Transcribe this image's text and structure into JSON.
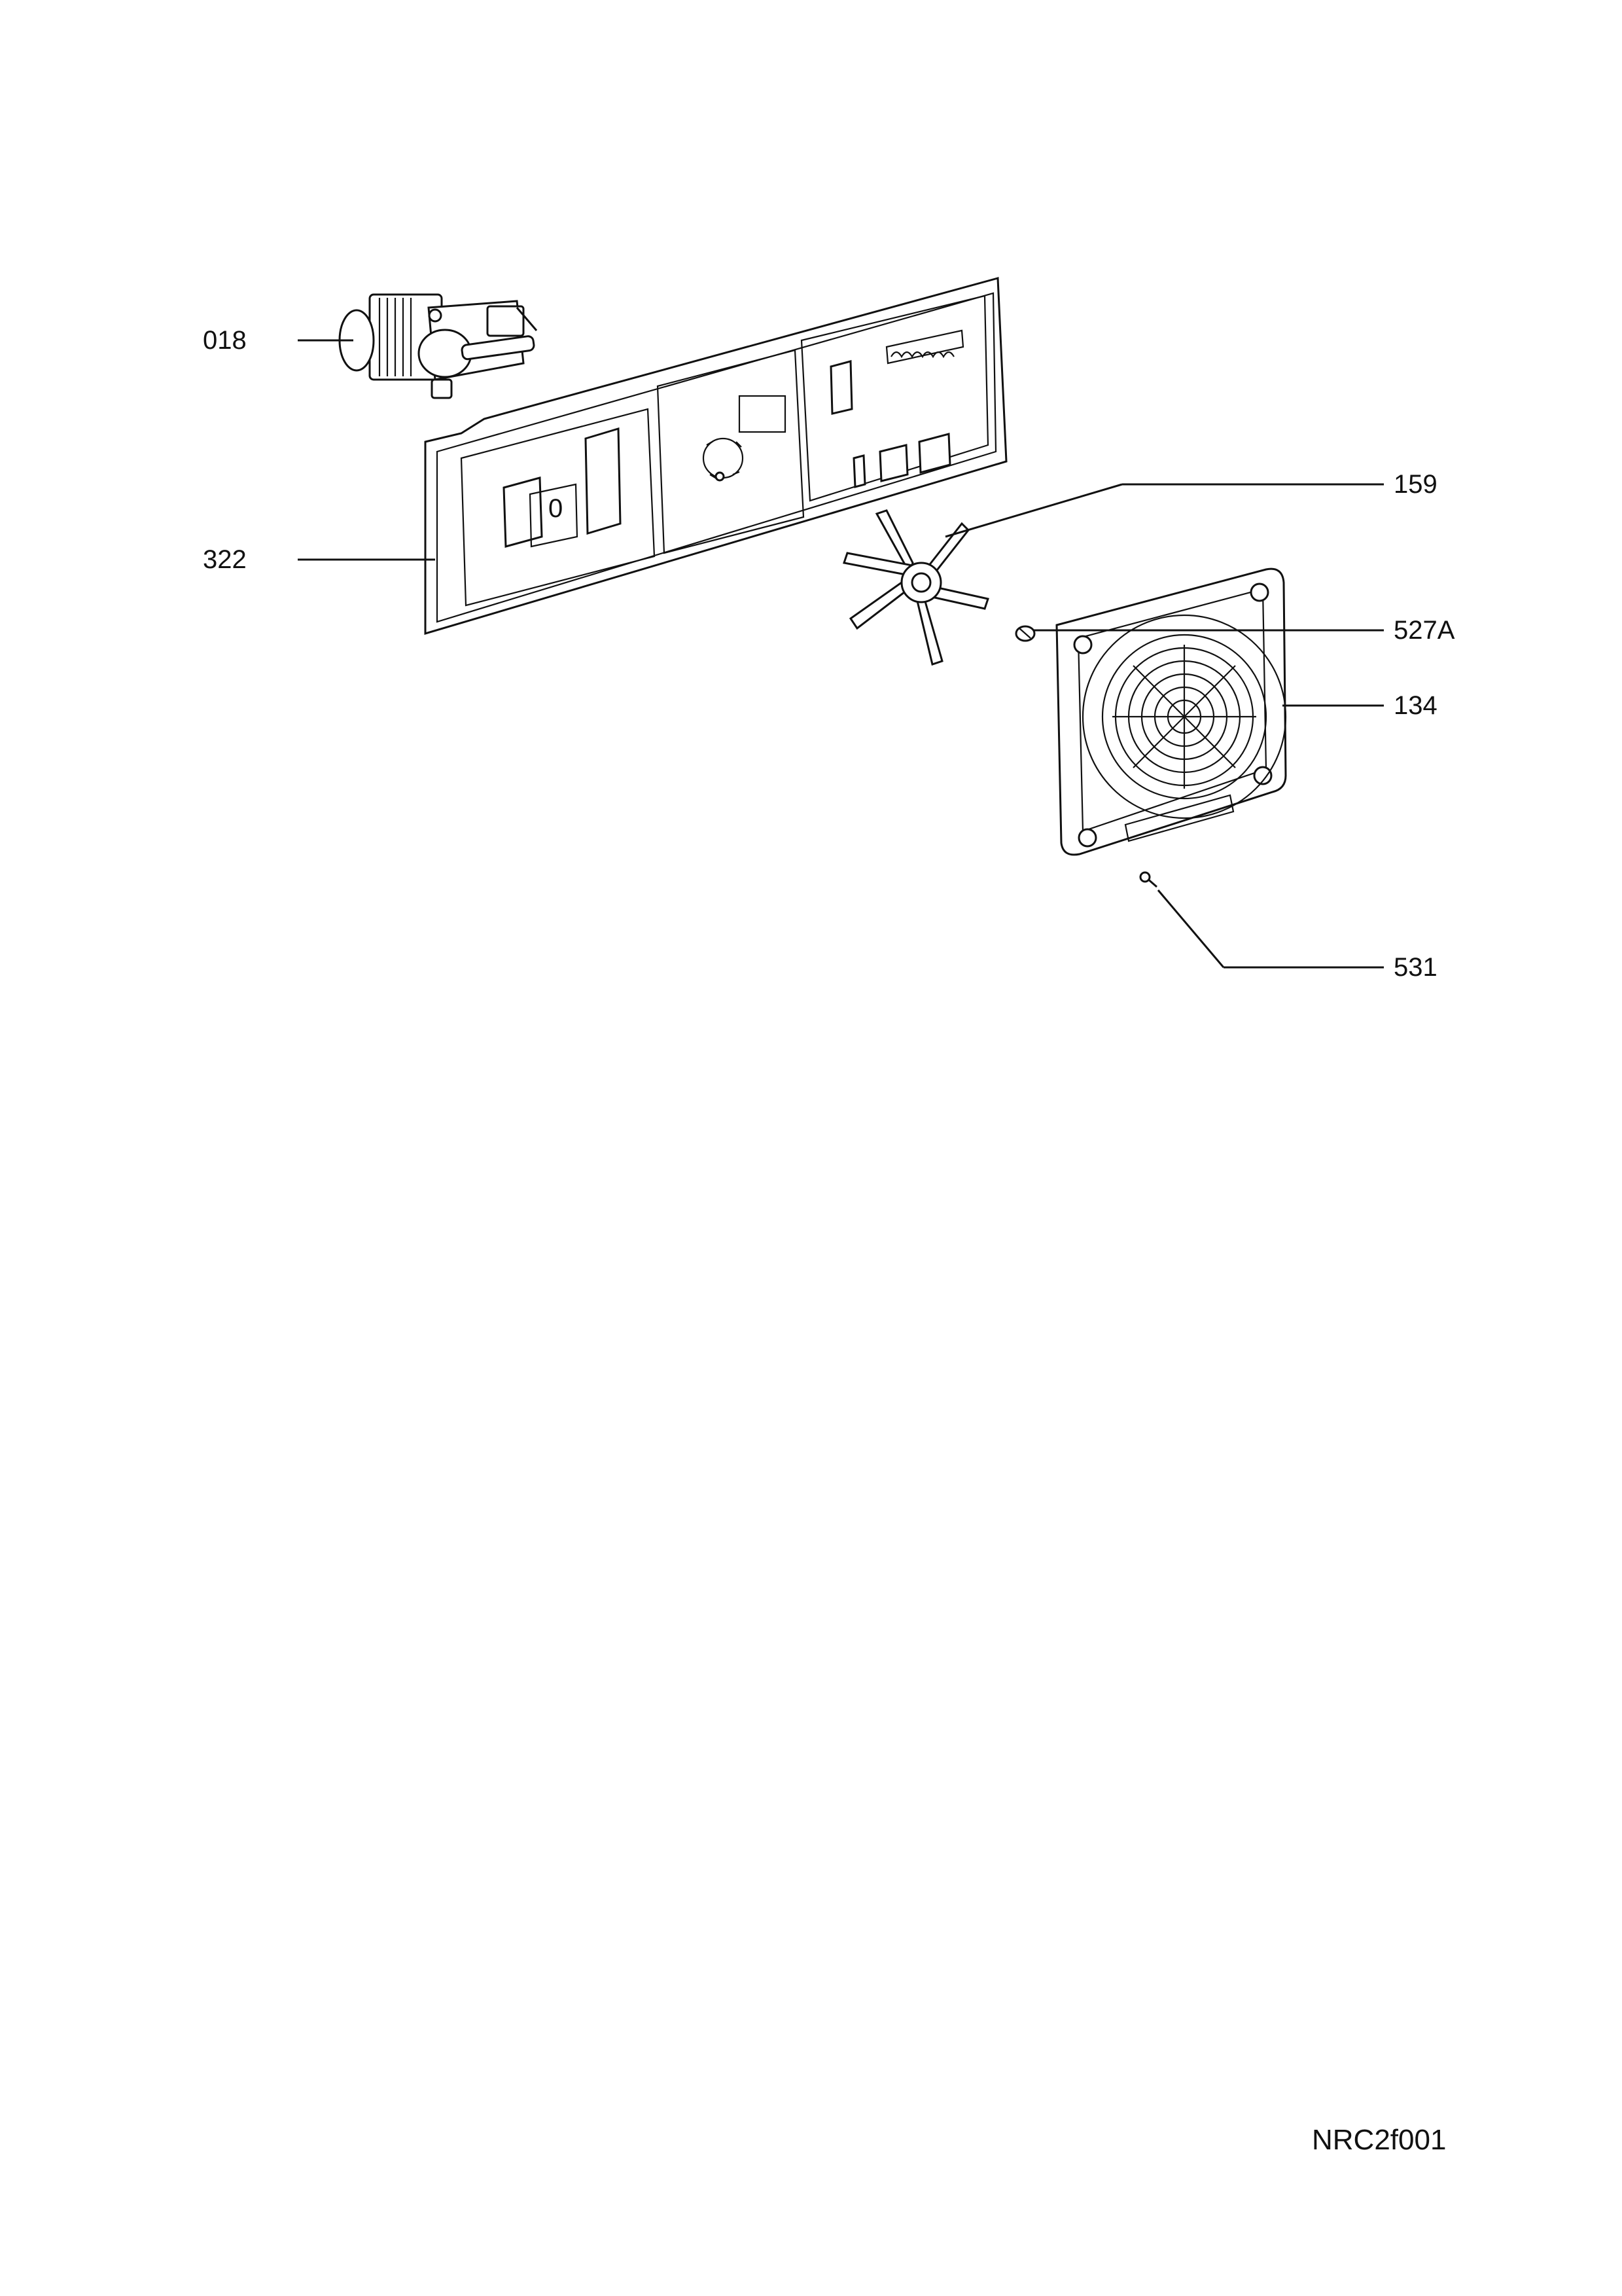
{
  "callouts": {
    "c018": "018",
    "c322": "322",
    "c159": "159",
    "c527a": "527A",
    "c134": "134",
    "c531": "531"
  },
  "reference_code": "NRC2f001"
}
